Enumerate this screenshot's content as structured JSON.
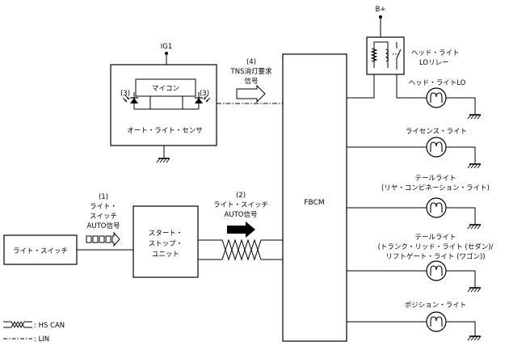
{
  "nodes": {
    "ig1": "IG1",
    "b_plus": "B+",
    "maicon": "マイコン",
    "auto_light_sensor": "オート・ライト・センサ",
    "sensor_label_left": "(3)",
    "sensor_label_right": "(3)",
    "light_switch": "ライト・スイッチ",
    "start_stop_unit": [
      "スタート・",
      "ストップ・",
      "ユニット"
    ],
    "fbcm": "FBCM",
    "headlight_lo_relay": [
      "ヘッド・ライト",
      "LOリレー"
    ],
    "headlight_lo": "ヘッド・ライトLO",
    "license_light": "ライセンス・ライト",
    "tail_light_rear": [
      "テールライト",
      "(リヤ・コンビネーション・ライト)"
    ],
    "tail_light_trunk": [
      "テールライト",
      "(トランク・リッド・ライト (セダン)/",
      "リフトゲート・ライト (ワゴン))"
    ],
    "position_light": "ポジション・ライト"
  },
  "signals": {
    "tns_off_request": [
      "(4)",
      "TNS消灯要求",
      "信号"
    ],
    "light_switch_auto_1": [
      "(1)",
      "ライト・",
      "スイッチ",
      "AUTO信号"
    ],
    "light_switch_auto_2": [
      "(2)",
      "ライト・スイッチ",
      "AUTO信号"
    ]
  },
  "legend": {
    "hs_can": ": HS CAN",
    "lin": ": LIN"
  }
}
